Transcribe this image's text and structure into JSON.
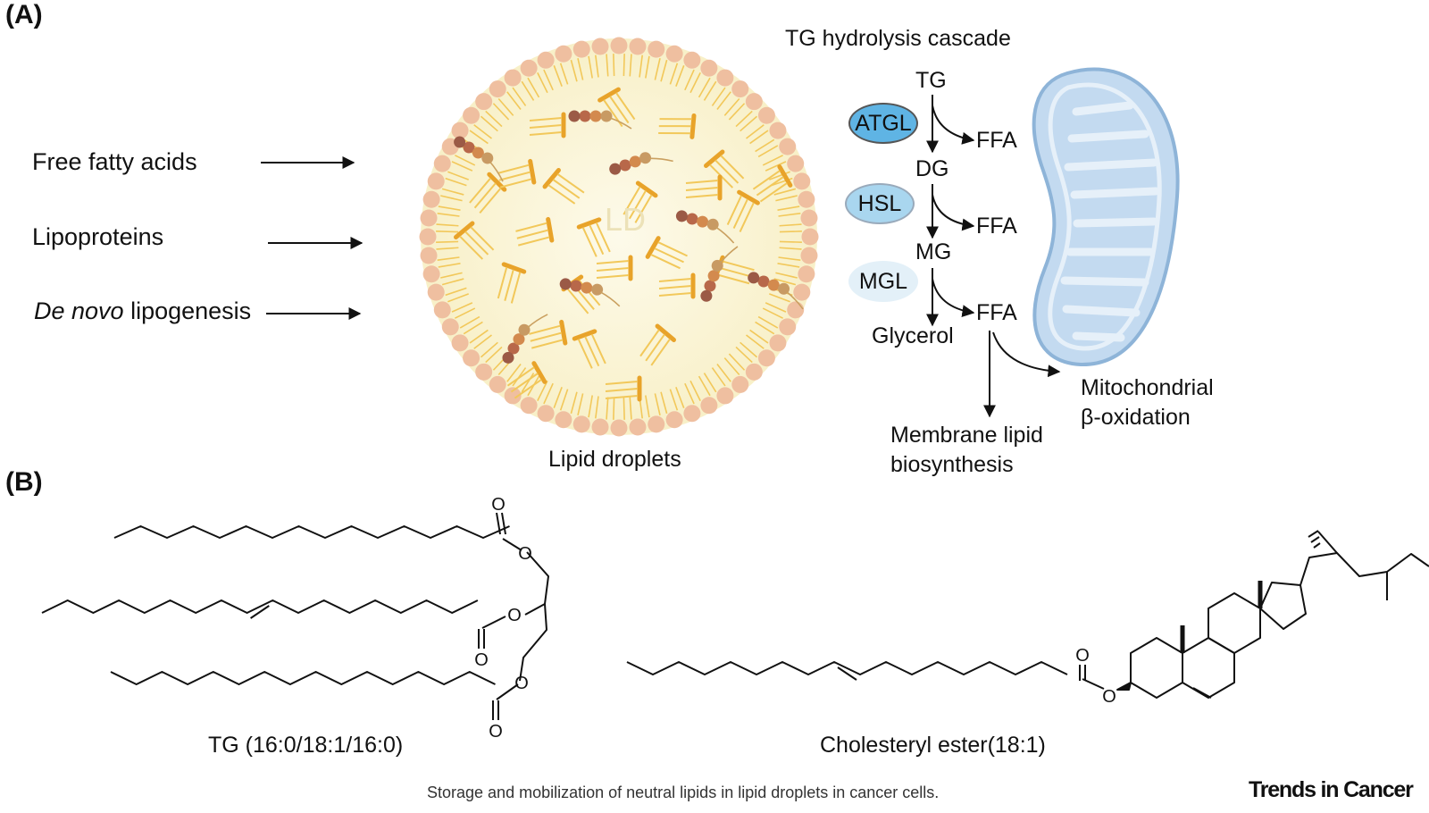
{
  "panel_a": {
    "label": "(A)",
    "sources": [
      {
        "text": "Free fatty acids"
      },
      {
        "text": "Lipoproteins"
      },
      {
        "text_italic": "De novo",
        "text": " lipogenesis"
      }
    ],
    "droplet_center_label": "LD",
    "droplet_caption": "Lipid droplets",
    "cascade": {
      "title": "TG hydrolysis cascade",
      "steps": [
        "TG",
        "DG",
        "MG",
        "Glycerol"
      ],
      "enzymes": [
        {
          "name": "ATGL",
          "color": "#5fb4e4"
        },
        {
          "name": "HSL",
          "color": "#a9d6ef"
        },
        {
          "name": "MGL",
          "color": "#e3f0f8"
        }
      ],
      "product": "FFA",
      "fates": {
        "mito_line1": "Mitochondrial",
        "mito_line2": "β-oxidation",
        "membrane_line1": "Membrane lipid",
        "membrane_line2": "biosynthesis"
      }
    }
  },
  "panel_b": {
    "label": "(B)",
    "tg_caption": "TG (16:0/18:1/16:0)",
    "ce_caption": "Cholesteryl ester(18:1)",
    "atom_o": "O"
  },
  "footer": {
    "caption": "Storage and mobilization of neutral lipids in lipid droplets in cancer cells.",
    "brand": "Trends in Cancer"
  },
  "colors": {
    "droplet_fill": "#fbf6dc",
    "head_group": "#efbfa0",
    "lipid_tail": "#f2c85a",
    "mitochondrion": "#c3daf0"
  }
}
